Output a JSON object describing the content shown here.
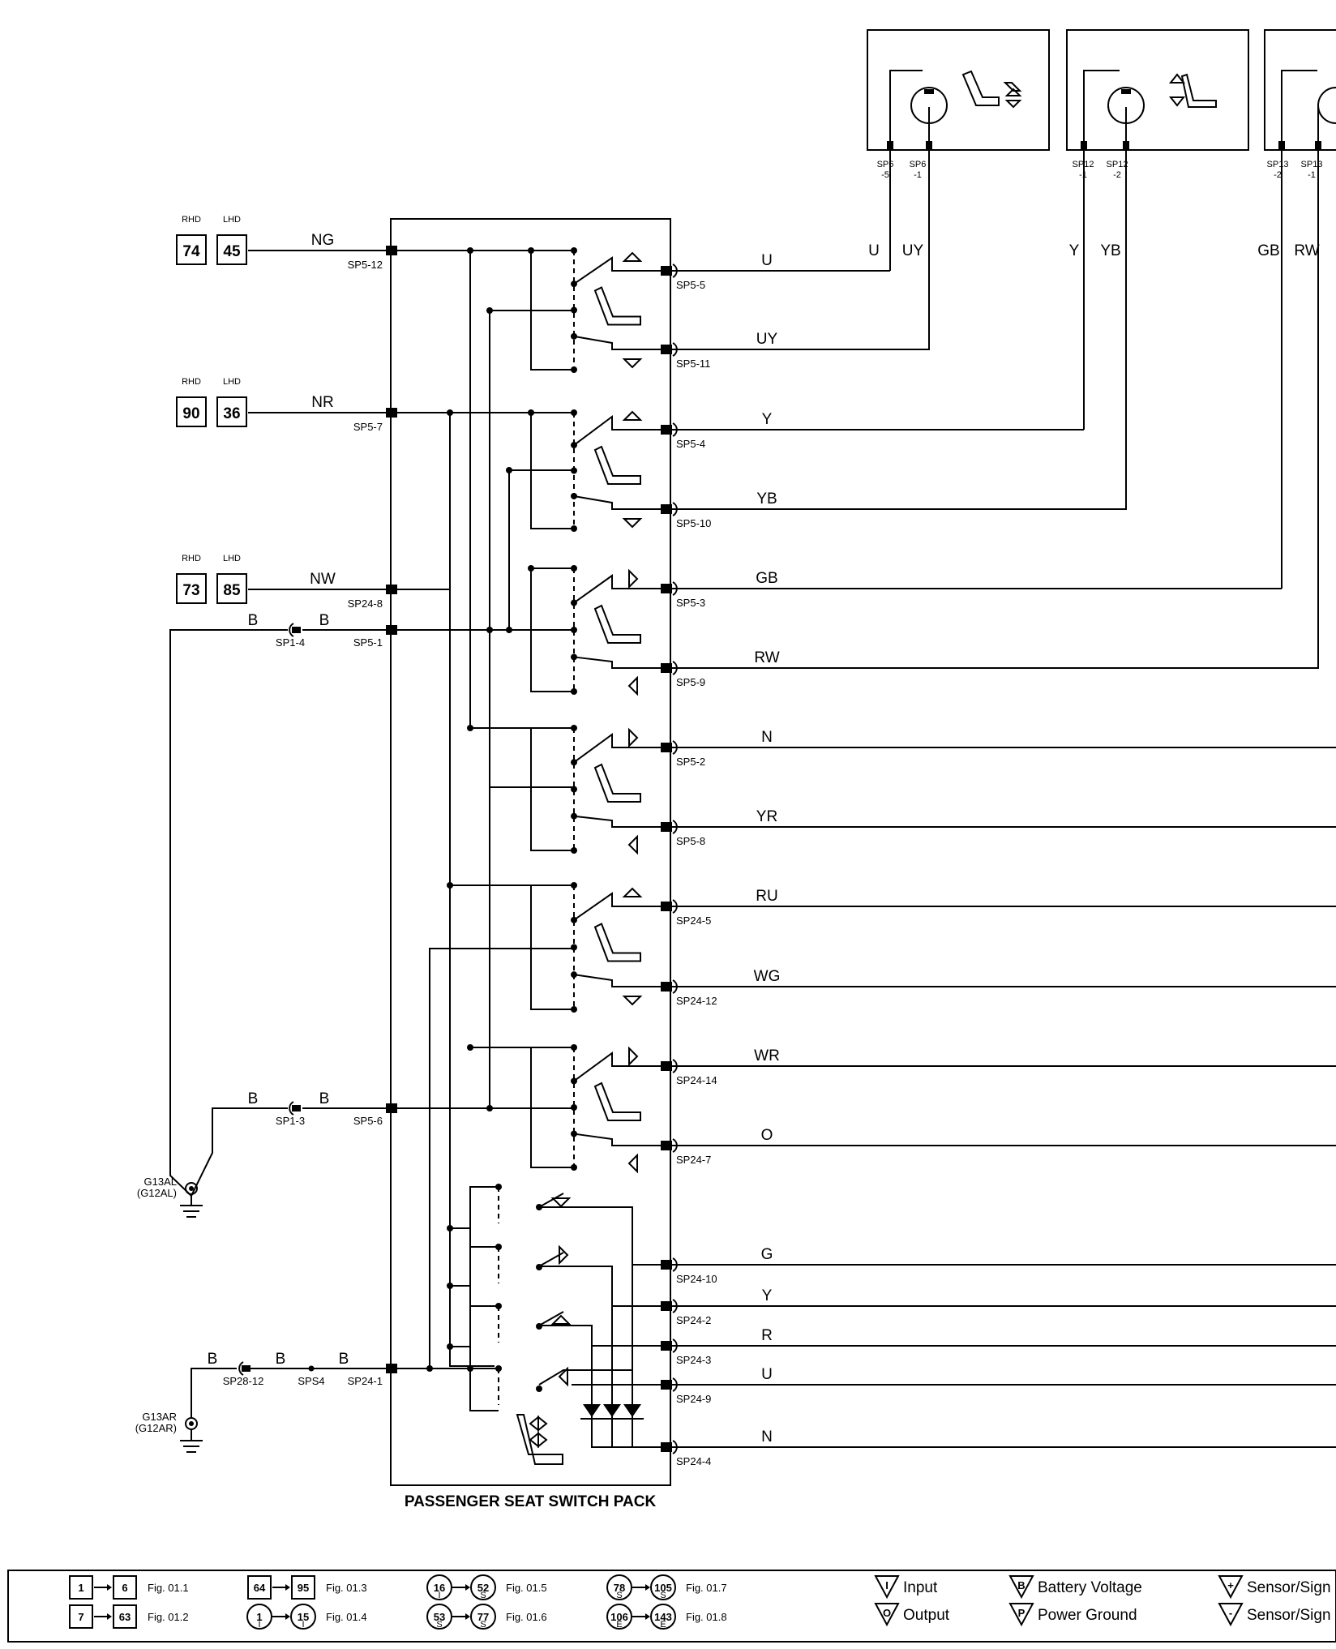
{
  "title": "PASSENGER SEAT SWITCH PACK",
  "motors": [
    {
      "pins": [
        "SP6\n-5",
        "SP6\n-1"
      ]
    },
    {
      "pins": [
        "SP12\n-1",
        "SP12\n-2"
      ]
    },
    {
      "pins": [
        "SP13\n-2",
        "SP13\n-1"
      ]
    }
  ],
  "motor_pins": [
    "SP6",
    "-5",
    "SP6",
    "-1",
    "SP12",
    "-1",
    "SP12",
    "-2",
    "SP13",
    "-2",
    "SP13",
    "-1"
  ],
  "motor_wire_labels": [
    "U",
    "UY",
    "Y",
    "YB",
    "GB",
    "RW"
  ],
  "inputs": [
    {
      "rhd_label": "RHD",
      "lhd_label": "LHD",
      "rhd": "74",
      "lhd": "45",
      "wire": "NG",
      "conn": "SP5-12"
    },
    {
      "rhd_label": "RHD",
      "lhd_label": "LHD",
      "rhd": "90",
      "lhd": "36",
      "wire": "NR",
      "conn": "SP5-7"
    },
    {
      "rhd_label": "RHD",
      "lhd_label": "LHD",
      "rhd": "73",
      "lhd": "85",
      "wire": "NW",
      "conn": "SP24-8"
    }
  ],
  "ground_wires": [
    {
      "w1": "B",
      "w2": "B",
      "splice": "SP1-4",
      "conn": "SP5-1"
    },
    {
      "w1": "B",
      "w2": "B",
      "splice": "SP1-3",
      "conn": "SP5-6"
    },
    {
      "w1": "B",
      "w2": "B",
      "w3": "B",
      "splice": "SP28-12",
      "splice2": "SPS4",
      "conn": "SP24-1"
    }
  ],
  "grounds": [
    {
      "l1": "G13AL",
      "l2": "(G12AL)"
    },
    {
      "l1": "G13AR",
      "l2": "(G12AR)"
    }
  ],
  "outputs": [
    {
      "wire": "U",
      "conn": "SP5-5"
    },
    {
      "wire": "UY",
      "conn": "SP5-11"
    },
    {
      "wire": "Y",
      "conn": "SP5-4"
    },
    {
      "wire": "YB",
      "conn": "SP5-10"
    },
    {
      "wire": "GB",
      "conn": "SP5-3"
    },
    {
      "wire": "RW",
      "conn": "SP5-9"
    },
    {
      "wire": "N",
      "conn": "SP5-2"
    },
    {
      "wire": "YR",
      "conn": "SP5-8"
    },
    {
      "wire": "RU",
      "conn": "SP24-5"
    },
    {
      "wire": "WG",
      "conn": "SP24-12"
    },
    {
      "wire": "WR",
      "conn": "SP24-14"
    },
    {
      "wire": "O",
      "conn": "SP24-7"
    },
    {
      "wire": "G",
      "conn": "SP24-10"
    },
    {
      "wire": "Y",
      "conn": "SP24-2"
    },
    {
      "wire": "R",
      "conn": "SP24-3"
    },
    {
      "wire": "U",
      "conn": "SP24-9"
    },
    {
      "wire": "N",
      "conn": "SP24-4"
    }
  ],
  "legend": {
    "figs": [
      {
        "a": "1",
        "b": "6",
        "fig": "Fig. 01.1"
      },
      {
        "a": "7",
        "b": "63",
        "fig": "Fig. 01.2"
      },
      {
        "a": "64",
        "b": "95",
        "fig": "Fig. 01.3"
      },
      {
        "a": "1",
        "b": "15",
        "fig": "Fig. 01.4",
        "sa": "I",
        "sb": "I"
      },
      {
        "a": "16",
        "b": "52",
        "fig": "Fig. 01.5",
        "sa": "I",
        "sb": "S"
      },
      {
        "a": "53",
        "b": "77",
        "fig": "Fig. 01.6",
        "sa": "S",
        "sb": "S"
      },
      {
        "a": "78",
        "b": "105",
        "fig": "Fig. 01.7",
        "sa": "S",
        "sb": "S"
      },
      {
        "a": "106",
        "b": "143",
        "fig": "Fig. 01.8",
        "sa": "E",
        "sb": "E"
      }
    ],
    "symbols": [
      {
        "glyph": "I",
        "label": "Input"
      },
      {
        "glyph": "O",
        "label": "Output"
      },
      {
        "glyph": "B",
        "label": "Battery Voltage"
      },
      {
        "glyph": "P",
        "label": "Power Ground"
      },
      {
        "glyph": "+",
        "label": "Sensor/Sign"
      },
      {
        "glyph": "-",
        "label": "Sensor/Sign"
      }
    ]
  }
}
